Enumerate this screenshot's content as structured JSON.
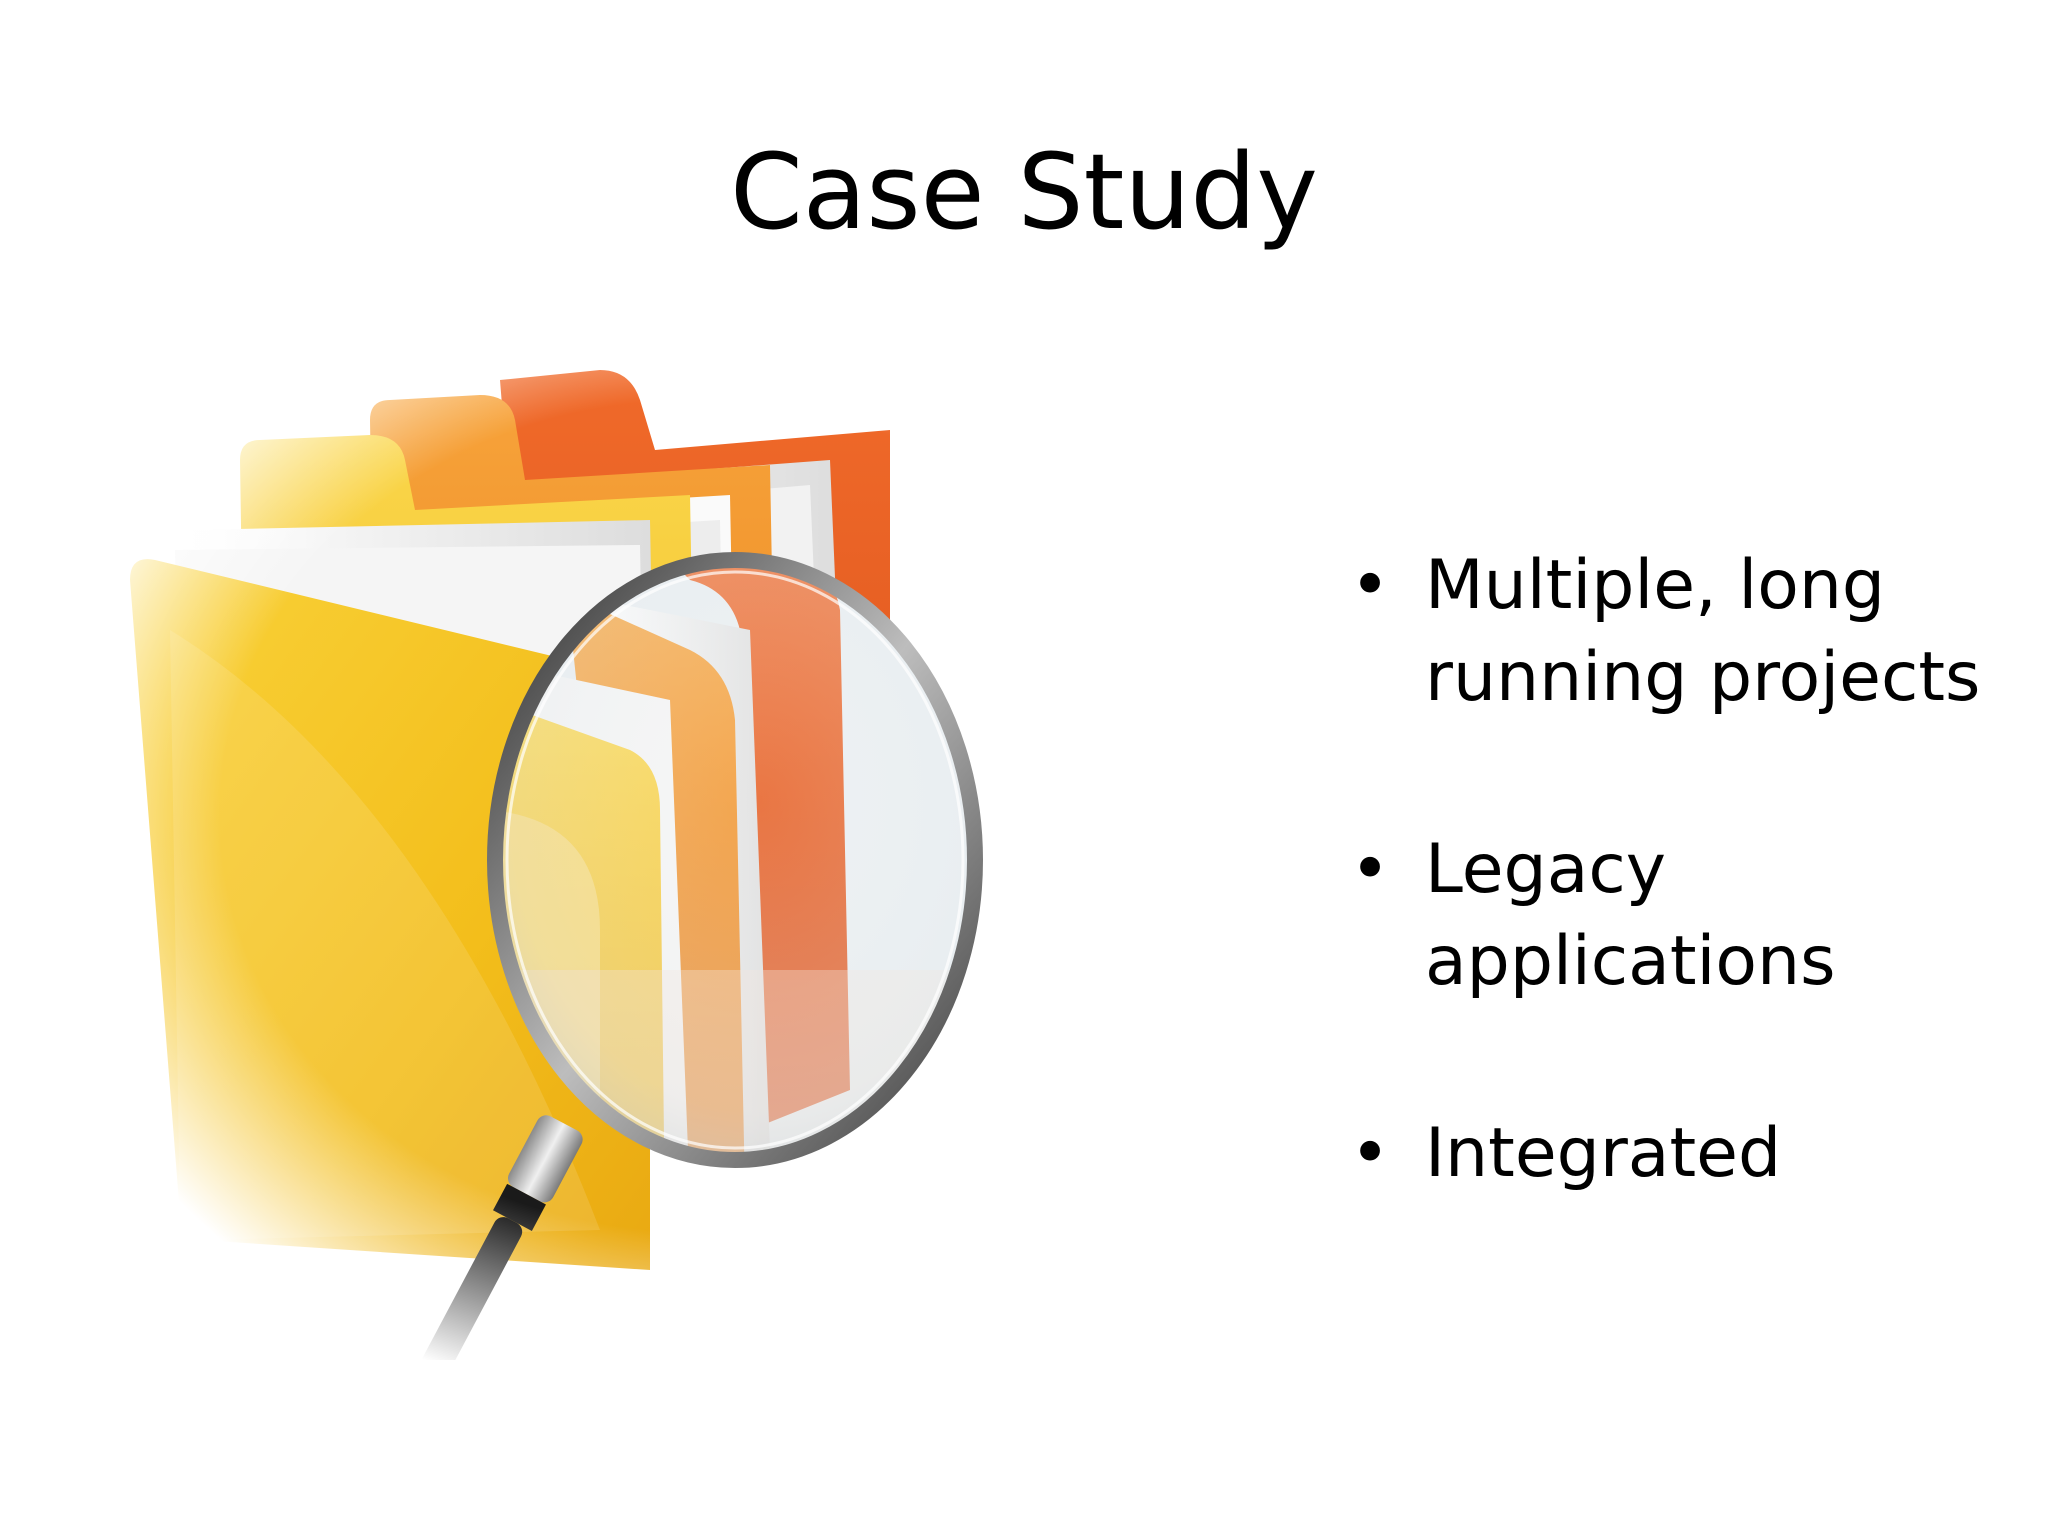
{
  "slide": {
    "title": "Case Study",
    "bullets": [
      {
        "text": "Multiple, long running projects"
      },
      {
        "text": "Legacy applications"
      },
      {
        "text": "Integrated"
      }
    ],
    "illustration": {
      "icon": "folders-with-magnifying-glass-icon",
      "colors": {
        "folder_yellow": "#F5C518",
        "folder_orange": "#F08C1A",
        "folder_red_orange": "#E8621E",
        "lens_rim": "#3A3A3A",
        "handle": "#111111"
      }
    }
  }
}
